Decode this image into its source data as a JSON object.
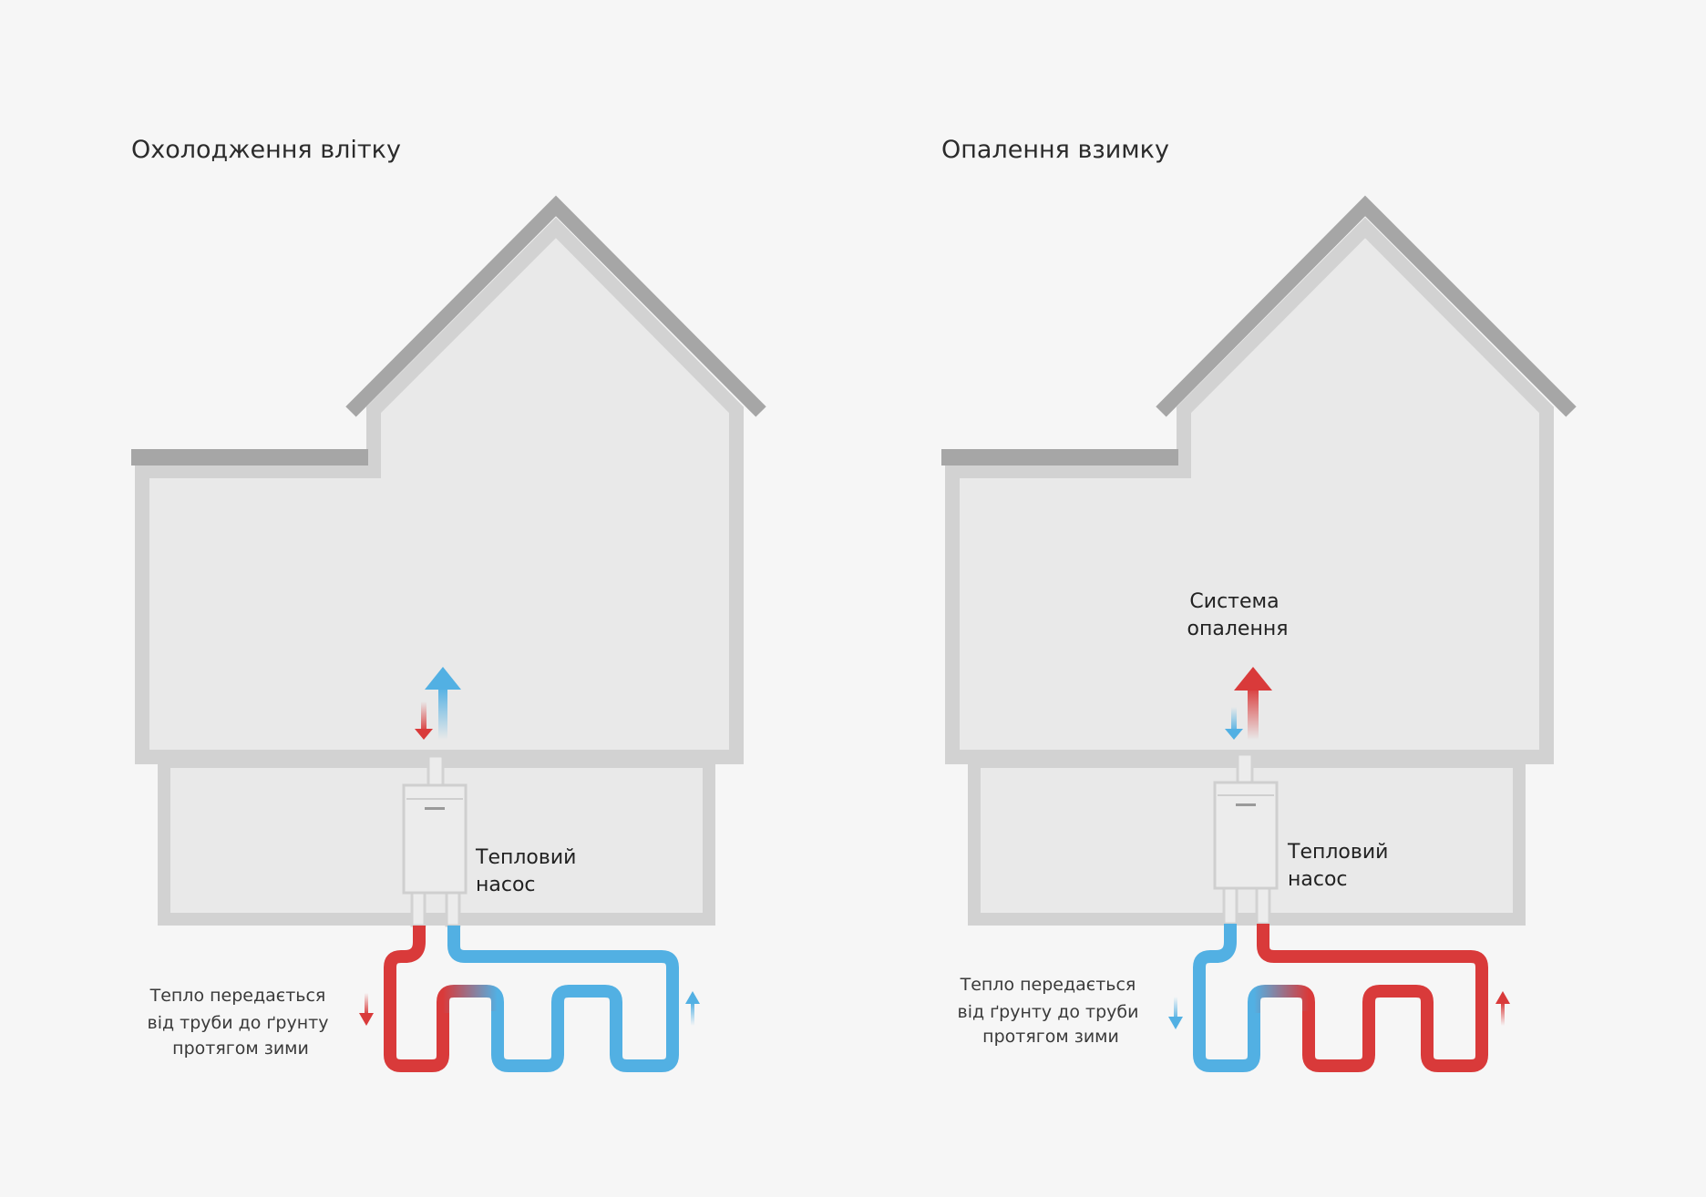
{
  "panels": [
    {
      "title": "Охолодження влітку",
      "pump_label": [
        "Тепловий",
        "насос"
      ],
      "note_lines": [
        "Тепло передається",
        "від труби до ґрунту",
        "протягом зими"
      ],
      "system_label": []
    },
    {
      "title": "Опалення взимку",
      "pump_label": [
        "Тепловий",
        "насос"
      ],
      "note_lines": [
        "Тепло передається",
        "від ґрунту до труби",
        "протягом зими"
      ],
      "system_label": [
        "Система",
        "опалення"
      ]
    }
  ],
  "colors": {
    "background": "#f6f6f6",
    "hot": "#d93a3a",
    "cold": "#52b0e3",
    "roof": "#a6a6a6",
    "wall": "#d2d2d2",
    "fill": "#e9e9e9"
  }
}
